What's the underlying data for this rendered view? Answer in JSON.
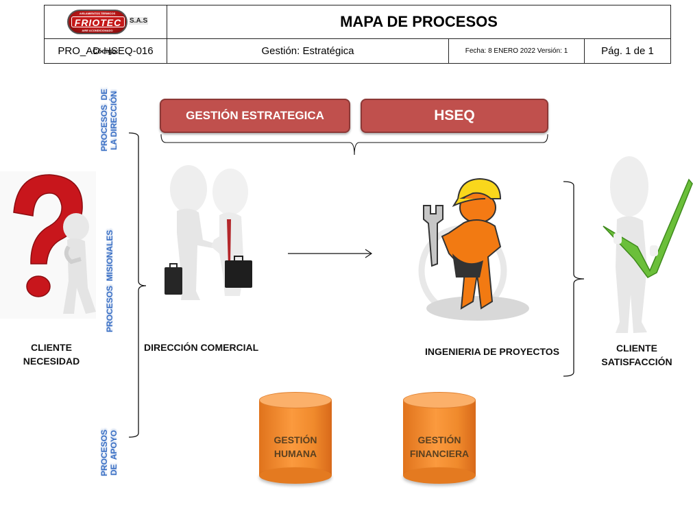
{
  "header": {
    "logo": {
      "brand": "FRIOTEC",
      "suffix": "S.A.S",
      "tagline_top": "AISLAMIENTOS TERMICOS",
      "tagline_bottom": "AIRE ACONDICIONADO"
    },
    "title": "MAPA DE PROCESOS",
    "code_label": "Código:",
    "code_value": "PRO_AD-HSEQ-016",
    "management": "Gestión: Estratégica",
    "date_version": "Fecha: 8 ENERO 2022 Versión: 1",
    "page": "Pág. 1 de 1"
  },
  "side_labels": {
    "direction": "PROCESOS  DE\nLA DIRECCIÓN",
    "missional": "PROCESOS  MISIONALES",
    "support": "PROCESOS\nDE  APOYO"
  },
  "direction_processes": [
    {
      "label": "GESTIÓN ESTRATEGICA",
      "color": "#c0504d"
    },
    {
      "label": "HSEQ",
      "color": "#c0504d"
    }
  ],
  "missional_flow": {
    "client_need": {
      "label": "CLIENTE\nNECESIDAD",
      "icon": "question-mark-person-icon"
    },
    "commercial": {
      "label": "DIRECCIÓN COMERCIAL",
      "icon": "handshake-people-icon"
    },
    "engineering": {
      "label": "INGENIERIA DE PROYECTOS",
      "icon": "engineer-wrench-icon"
    },
    "client_satisfaction": {
      "label": "CLIENTE\nSATISFACCIÓN",
      "icon": "checkmark-person-icon"
    }
  },
  "support_processes": [
    {
      "label_1": "GESTIÓN",
      "label_2": "HUMANA",
      "color": "#f7922e"
    },
    {
      "label_1": "GESTIÓN",
      "label_2": "FINANCIERA",
      "color": "#f7922e"
    }
  ]
}
